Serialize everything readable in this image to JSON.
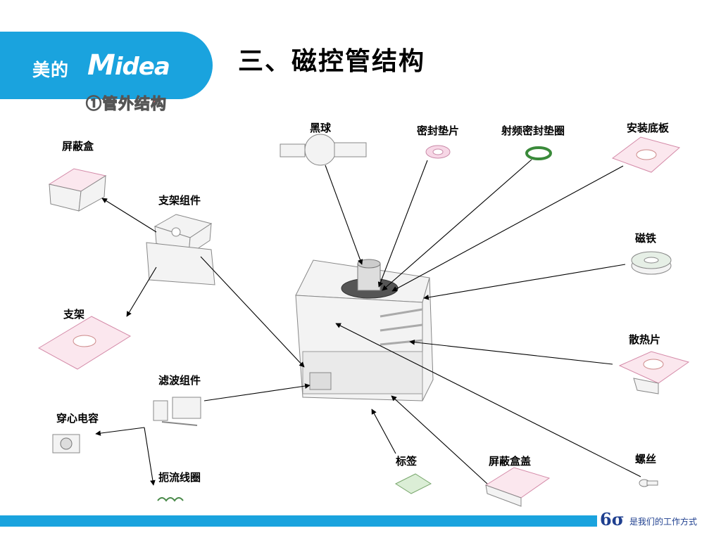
{
  "header": {
    "logo_cn": "美的",
    "logo_en_first": "M",
    "logo_en_rest": "idea",
    "title": "三、磁控管结构",
    "subtitle": "①管外结构"
  },
  "parts": [
    {
      "id": "shield-box",
      "label": "屏蔽盒"
    },
    {
      "id": "bracket-assembly",
      "label": "支架组件"
    },
    {
      "id": "bracket",
      "label": "支架"
    },
    {
      "id": "filter-assembly",
      "label": "滤波组件"
    },
    {
      "id": "feedthrough-capacitor",
      "label": "穿心电容"
    },
    {
      "id": "choke-coil",
      "label": "扼流线圈"
    },
    {
      "id": "black-ball",
      "label": "黑球"
    },
    {
      "id": "gasket",
      "label": "密封垫片"
    },
    {
      "id": "rf-gasket",
      "label": "射频密封垫圈"
    },
    {
      "id": "mounting-plate",
      "label": "安装底板"
    },
    {
      "id": "magnet",
      "label": "磁铁"
    },
    {
      "id": "heat-sink",
      "label": "散热片"
    },
    {
      "id": "tag",
      "label": "标签"
    },
    {
      "id": "shield-cover",
      "label": "屏蔽盒盖"
    },
    {
      "id": "screw",
      "label": "螺丝"
    }
  ],
  "footer": {
    "sigma": "6σ",
    "slogan": "是我们的工作方式"
  },
  "colors": {
    "brand_blue": "#1aa3de",
    "footer_text": "#1e3f8f",
    "subtitle_pink": "#e86a6a"
  }
}
